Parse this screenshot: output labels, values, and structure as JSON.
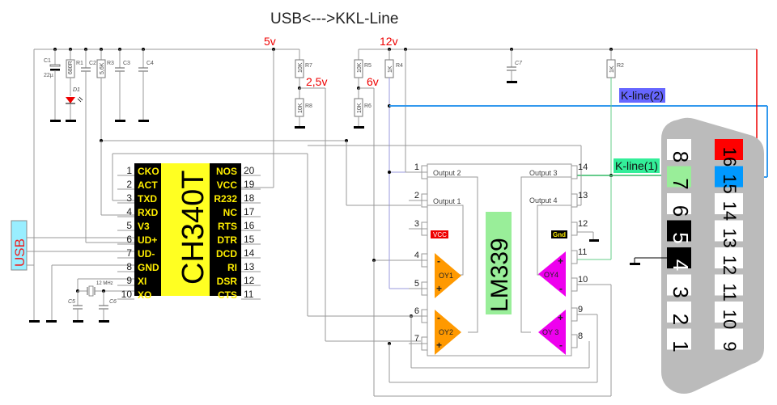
{
  "title": "USB<--->KKL-Line",
  "voltages": {
    "v5": "5v",
    "v12": "12v",
    "v2_5": "2,5v",
    "v6": "6v"
  },
  "components": {
    "c1": {
      "ref": "C1",
      "value": "22µ"
    },
    "r1": {
      "ref": "R1",
      "value": "680R"
    },
    "d1": {
      "ref": "D1"
    },
    "c2": {
      "ref": "C2"
    },
    "r3": {
      "ref": "R3",
      "value": "5,6K"
    },
    "c3": {
      "ref": "C3"
    },
    "c4": {
      "ref": "C4"
    },
    "r7": {
      "ref": "R7",
      "value": "10K"
    },
    "r8": {
      "ref": "R8",
      "value": "10K"
    },
    "r5": {
      "ref": "R5",
      "value": "10K"
    },
    "r6": {
      "ref": "R6",
      "value": "10K"
    },
    "r4": {
      "ref": "R4",
      "value": "1K"
    },
    "c7": {
      "ref": "C7"
    },
    "r2": {
      "ref": "R2",
      "value": "1K"
    },
    "c5": {
      "ref": "C5"
    },
    "c6": {
      "ref": "C6"
    },
    "crystal": {
      "value": "12 MHz"
    }
  },
  "usb_label": "USB",
  "ch340": {
    "name": "CH340T",
    "left_pins": [
      {
        "num": "1",
        "name": "CKO"
      },
      {
        "num": "2",
        "name": "ACT"
      },
      {
        "num": "3",
        "name": "TXD"
      },
      {
        "num": "4",
        "name": "RXD"
      },
      {
        "num": "5",
        "name": "V3"
      },
      {
        "num": "6",
        "name": "UD+"
      },
      {
        "num": "7",
        "name": "UD-"
      },
      {
        "num": "8",
        "name": "GND"
      },
      {
        "num": "9",
        "name": "XI"
      },
      {
        "num": "10",
        "name": "XO"
      }
    ],
    "right_pins": [
      {
        "num": "20",
        "name": "NOS"
      },
      {
        "num": "19",
        "name": "VCC"
      },
      {
        "num": "18",
        "name": "R232"
      },
      {
        "num": "17",
        "name": "NC"
      },
      {
        "num": "16",
        "name": "RTS"
      },
      {
        "num": "15",
        "name": "DTR"
      },
      {
        "num": "14",
        "name": "DCD"
      },
      {
        "num": "13",
        "name": "RI"
      },
      {
        "num": "12",
        "name": "DSR"
      },
      {
        "num": "11",
        "name": "CTS"
      }
    ]
  },
  "lm339": {
    "name": "LM339",
    "left_pins": [
      "1",
      "2",
      "3",
      "4",
      "5",
      "6",
      "7"
    ],
    "right_pins": [
      "14",
      "13",
      "12",
      "11",
      "10",
      "9",
      "8"
    ],
    "outputs": {
      "o1": "Output 1",
      "o2": "Output 2",
      "o3": "Output 3",
      "o4": "Output 4"
    },
    "vcc_label": "VCC",
    "gnd_label": "Gnd",
    "opamps": {
      "oy1": "OY1",
      "oy2": "OY2",
      "oy3": "OY 3",
      "oy4": "OY4"
    },
    "plus": "+",
    "minus": "-"
  },
  "klines": {
    "k1": "K-line(1)",
    "k2": "K-line(2)"
  },
  "obd": {
    "left_col": [
      "8",
      "7",
      "6",
      "5",
      "4",
      "3",
      "2",
      "1"
    ],
    "right_col": [
      "16",
      "15",
      "14",
      "13",
      "12",
      "11",
      "10",
      "9"
    ]
  },
  "colors": {
    "chip_black": "#000000",
    "chip_yellow": "#ffff22",
    "lm339_green": "#99ee99",
    "opamp_orange": "#ff9900",
    "opamp_magenta": "#ee00ee",
    "kline1_green": "#33ee99",
    "kline2_blue": "#6666ff",
    "pin16_red": "#ff0000",
    "pin15_blue": "#0099ff",
    "wire_blue": "#3399ee",
    "wire_red": "#ee0000",
    "usb_cyan": "#99eeff",
    "obd_gray": "#bbbbbb"
  }
}
